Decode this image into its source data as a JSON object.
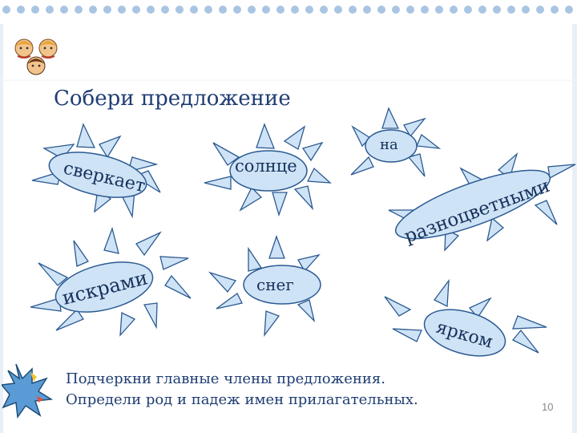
{
  "slide": {
    "title": "Собери предложение",
    "words": {
      "sverkaet": "сверкает",
      "solntse": "солнце",
      "na": "на",
      "raznotsvetnymi": "разноцветными",
      "iskrami": "искрами",
      "sneg": "снег",
      "yarkom": "ярком"
    },
    "tasks": [
      "Подчеркни главные члены предложения.",
      "Определи род и падеж имен прилагательных."
    ],
    "page_number": "10"
  },
  "colors": {
    "sun_fill": "#cfe3f6",
    "sun_stroke": "#2b5a91",
    "text": "#1f3d73",
    "dots": "#a9c5e4",
    "burst": "#5b9bd5"
  },
  "icons": [
    "children-icon",
    "star-burst-icon"
  ]
}
